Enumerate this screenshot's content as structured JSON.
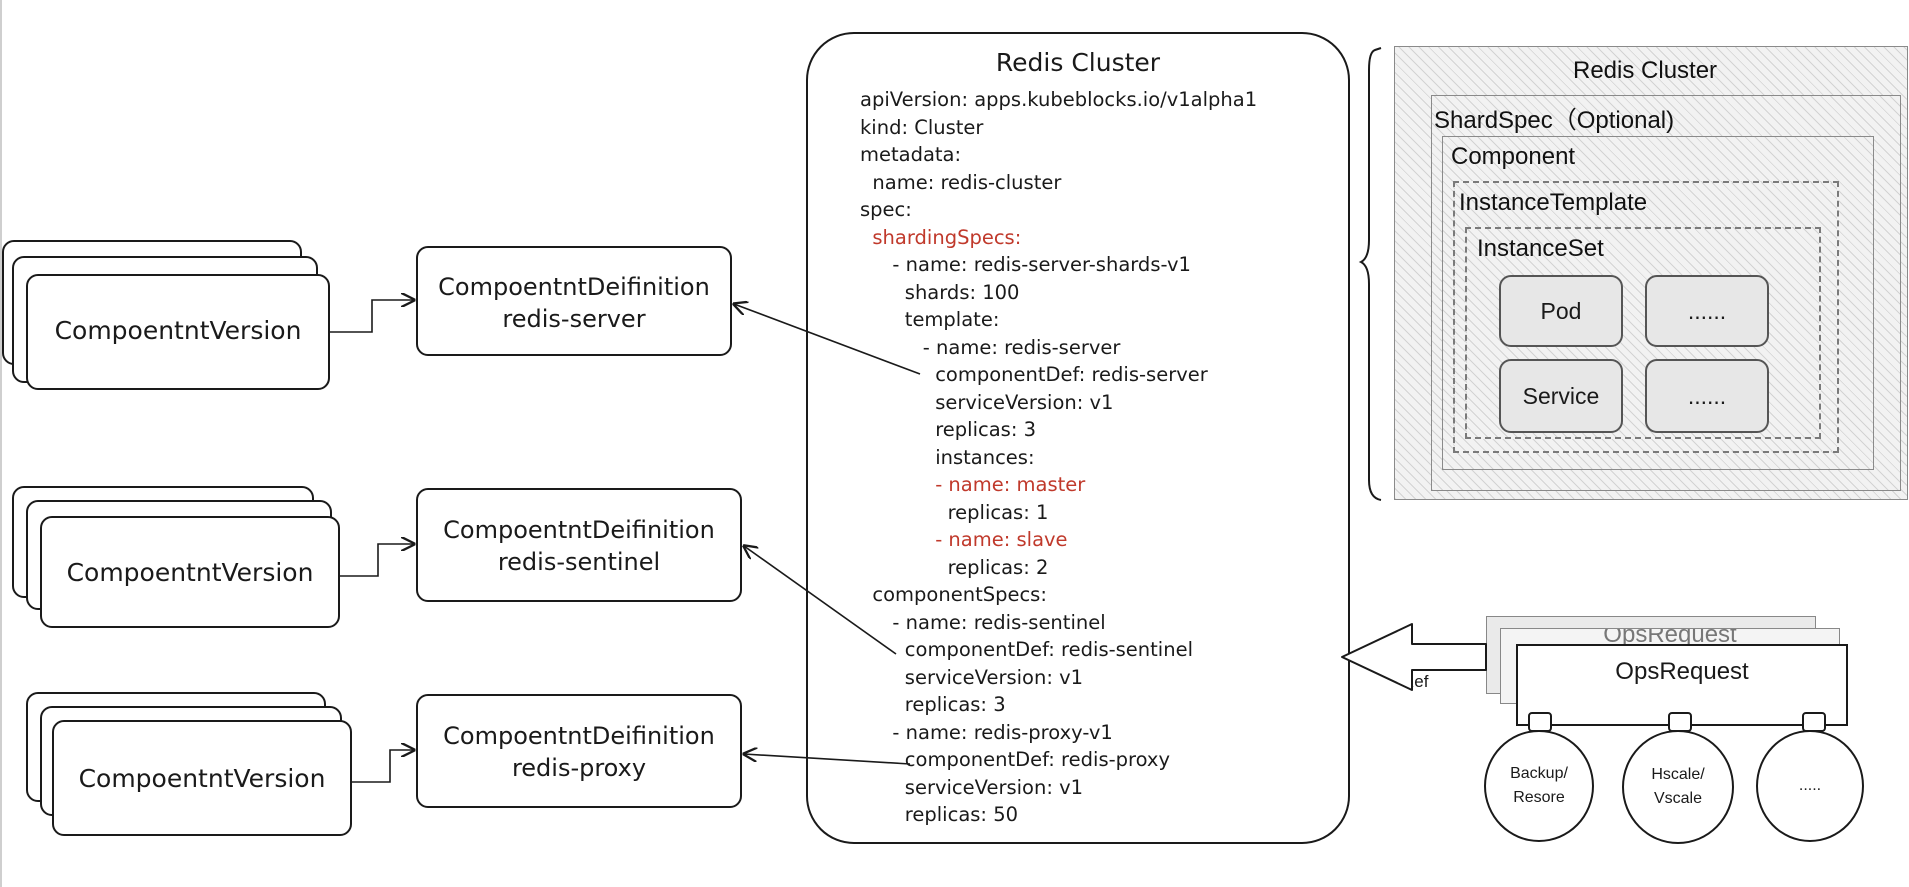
{
  "left_column": [
    {
      "version_label": "CompoentntVersion",
      "definition_line1": "CompoentntDeifinition",
      "definition_line2": "redis-server"
    },
    {
      "version_label": "CompoentntVersion",
      "definition_line1": "CompoentntDeifinition",
      "definition_line2": "redis-sentinel"
    },
    {
      "version_label": "CompoentntVersion",
      "definition_line1": "CompoentntDeifinition",
      "definition_line2": "redis-proxy"
    }
  ],
  "yaml_panel": {
    "title": "Redis Cluster",
    "lines": [
      "apiVersion: apps.kubeblocks.io/v1alpha1",
      "kind: Cluster",
      "metadata:",
      "  name: redis-cluster",
      "spec:",
      "  shardingSpecs:",
      "  - name: redis-server-shards-v1",
      "    shards: 100",
      "    template:",
      "    - name: redis-server",
      "      componentDef: redis-server",
      "      serviceVersion: v1",
      "      replicas: 3",
      "      instances:",
      "      - name: master",
      "        replicas: 1",
      "      - name: slave",
      "        replicas: 2",
      "  componentSpecs:",
      "  - name: redis-sentinel",
      "    componentDef: redis-sentinel",
      "    serviceVersion: v1",
      "    replicas: 3",
      "  - name: redis-proxy-v1",
      "    componentDef: redis-proxy",
      "    serviceVersion: v1",
      "    replicas: 50"
    ]
  },
  "right_structure": {
    "title": "Redis Cluster",
    "shard_spec": "ShardSpec（Optional)",
    "component": "Component",
    "instance_template": "InstanceTemplate",
    "instance_set": "InstanceSet",
    "cells": [
      "Pod",
      "......",
      "Service",
      "......"
    ]
  },
  "ops": {
    "ghost_label": "OpsRequest",
    "label": "OpsRequest",
    "ref_label": "Ref",
    "actions": [
      "Backup/\nResore",
      "Hscale/\nVscale",
      "....."
    ]
  },
  "colors": {
    "highlight": "#c0392b",
    "stroke": "#1a1a1a",
    "hatch_bg": "#f2f2f2"
  }
}
